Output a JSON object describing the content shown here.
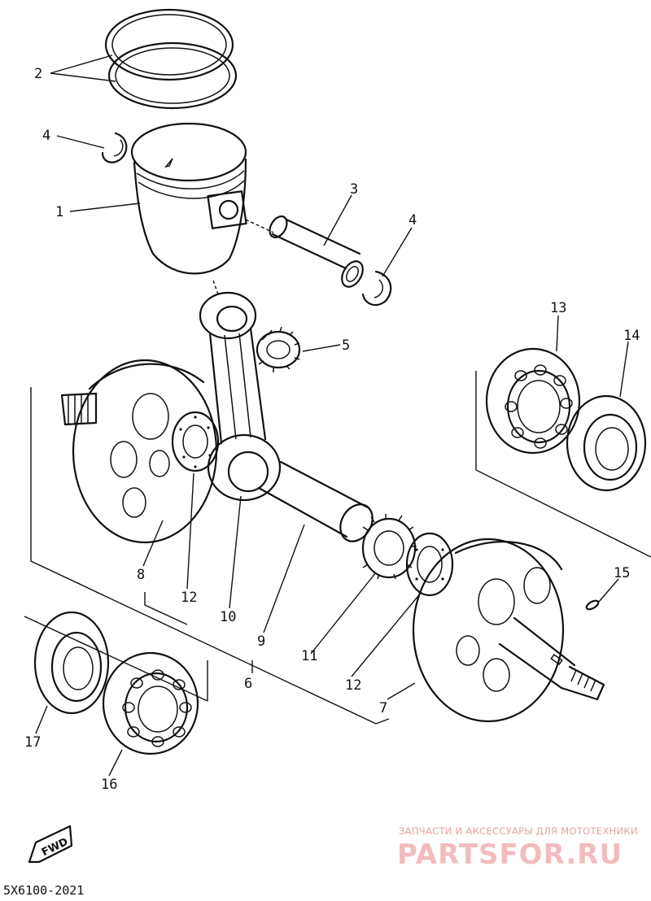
{
  "diagram": {
    "callouts": [
      {
        "id": "1",
        "text": "1"
      },
      {
        "id": "2",
        "text": "2"
      },
      {
        "id": "3",
        "text": "3"
      },
      {
        "id": "4a",
        "text": "4"
      },
      {
        "id": "4b",
        "text": "4"
      },
      {
        "id": "5",
        "text": "5"
      },
      {
        "id": "6",
        "text": "6"
      },
      {
        "id": "7",
        "text": "7"
      },
      {
        "id": "8",
        "text": "8"
      },
      {
        "id": "9",
        "text": "9"
      },
      {
        "id": "10",
        "text": "10"
      },
      {
        "id": "11",
        "text": "11"
      },
      {
        "id": "12a",
        "text": "12"
      },
      {
        "id": "12b",
        "text": "12"
      },
      {
        "id": "13",
        "text": "13"
      },
      {
        "id": "14",
        "text": "14"
      },
      {
        "id": "15",
        "text": "15"
      },
      {
        "id": "16",
        "text": "16"
      },
      {
        "id": "17",
        "text": "17"
      }
    ],
    "drawing_code": "5X6100-2021",
    "fwd_label": "FWD"
  },
  "watermark": {
    "tagline": "ЗАПЧАСТИ И АКСЕССУАРЫ ДЛЯ МОТОТЕХНИКИ",
    "logo": "PARTSFOR.RU"
  }
}
